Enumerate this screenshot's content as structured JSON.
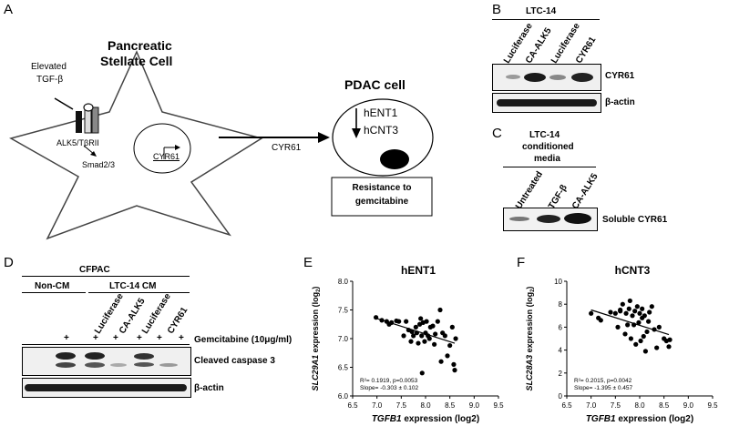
{
  "panels": {
    "A": "A",
    "B": "B",
    "C": "C",
    "D": "D",
    "E": "E",
    "F": "F"
  },
  "panel_a": {
    "stellate_title_1": "Pancreatic",
    "stellate_title_2": "Stellate Cell",
    "elevated": "Elevated",
    "tgfb": "TGF-β",
    "receptor": "ALK5/TβRII",
    "smad": "Smad2/3",
    "gene": "CYR61",
    "arrow_label": "CYR61",
    "pdac_title": "PDAC cell",
    "hent1": "hENT1",
    "hcnt3": "hCNT3",
    "resistance_1": "Resistance to",
    "resistance_2": "gemcitabine"
  },
  "panel_b": {
    "cell_line": "LTC-14",
    "lanes": [
      "Luciferase",
      "CA-ALK5",
      "Luciferase",
      "CYR61"
    ],
    "rows": [
      "CYR61",
      "β-actin"
    ]
  },
  "panel_c": {
    "title_1": "LTC-14",
    "title_2": "conditioned",
    "title_3": "media",
    "lanes": [
      "Untreated",
      "TGF-β",
      "CA-ALK5"
    ],
    "row": "Soluble CYR61"
  },
  "panel_d": {
    "cell_line": "CFPAC",
    "group_1": "Non-CM",
    "group_2": "LTC-14 CM",
    "lanes": [
      "Luciferase",
      "CA-ALK5",
      "Luciferase",
      "CYR61"
    ],
    "treatment": "Gemcitabine (10μg/ml)",
    "plus_marks": [
      "+",
      "+",
      "+",
      "+",
      "+",
      "+"
    ],
    "rows": [
      "Cleaved caspase 3",
      "β-actin"
    ]
  },
  "chart_data": [
    {
      "type": "scatter",
      "title": "hENT1",
      "xlabel_gene": "TGFB1",
      "xlabel_rest": " expression (log2)",
      "ylabel_gene": "SLC29A1",
      "ylabel_rest": " expression (log",
      "ylabel_sub": "2",
      "ylabel_end": ")",
      "xlim": [
        6.5,
        9.5
      ],
      "ylim": [
        6.0,
        8.0
      ],
      "xticks": [
        "6.5",
        "7.0",
        "7.5",
        "8.0",
        "8.5",
        "9.0",
        "9.5"
      ],
      "yticks": [
        "6.0",
        "6.5",
        "7.0",
        "7.5",
        "8.0"
      ],
      "stats_1": "R²= 0.1919, p=0.0053",
      "stats_2": "Slope= -0.303 ± 0.102",
      "fit": [
        [
          7.0,
          7.35
        ],
        [
          8.6,
          6.92
        ]
      ],
      "points": [
        [
          6.98,
          7.37
        ],
        [
          7.1,
          7.32
        ],
        [
          7.2,
          7.3
        ],
        [
          7.25,
          7.25
        ],
        [
          7.3,
          7.28
        ],
        [
          7.4,
          7.31
        ],
        [
          7.45,
          7.3
        ],
        [
          7.55,
          7.05
        ],
        [
          7.6,
          7.3
        ],
        [
          7.65,
          7.15
        ],
        [
          7.7,
          6.95
        ],
        [
          7.72,
          7.12
        ],
        [
          7.75,
          7.05
        ],
        [
          7.8,
          7.2
        ],
        [
          7.82,
          7.1
        ],
        [
          7.85,
          6.92
        ],
        [
          7.88,
          7.25
        ],
        [
          7.9,
          7.35
        ],
        [
          7.92,
          7.05
        ],
        [
          7.95,
          7.28
        ],
        [
          7.98,
          6.95
        ],
        [
          8.0,
          7.1
        ],
        [
          8.02,
          7.3
        ],
        [
          8.05,
          7.05
        ],
        [
          8.08,
          7.0
        ],
        [
          8.1,
          7.2
        ],
        [
          8.15,
          7.22
        ],
        [
          8.18,
          6.9
        ],
        [
          8.2,
          7.08
        ],
        [
          8.25,
          7.3
        ],
        [
          8.3,
          7.5
        ],
        [
          8.32,
          6.6
        ],
        [
          8.35,
          7.1
        ],
        [
          8.4,
          7.05
        ],
        [
          8.45,
          6.7
        ],
        [
          8.5,
          6.88
        ],
        [
          8.55,
          7.2
        ],
        [
          8.58,
          6.55
        ],
        [
          8.6,
          6.45
        ],
        [
          8.62,
          7.0
        ],
        [
          7.93,
          6.4
        ]
      ]
    },
    {
      "type": "scatter",
      "title": "hCNT3",
      "xlabel_gene": "TGFB1",
      "xlabel_rest": " expression (log2)",
      "ylabel_gene": "SLC28A3",
      "ylabel_rest": " expression (log",
      "ylabel_sub": "2",
      "ylabel_end": ")",
      "xlim": [
        6.5,
        9.5
      ],
      "ylim": [
        0,
        10
      ],
      "xticks": [
        "6.5",
        "7.0",
        "7.5",
        "8.0",
        "8.5",
        "9.0",
        "9.5"
      ],
      "yticks": [
        "0",
        "2",
        "4",
        "6",
        "8",
        "10"
      ],
      "stats_1": "R²= 0.2015, p=0.0042",
      "stats_2": "Slope= -1.395 ± 0.457",
      "fit": [
        [
          7.0,
          7.5
        ],
        [
          8.6,
          5.35
        ]
      ],
      "points": [
        [
          7.0,
          7.2
        ],
        [
          7.15,
          6.8
        ],
        [
          7.2,
          6.6
        ],
        [
          7.4,
          7.3
        ],
        [
          7.5,
          7.2
        ],
        [
          7.55,
          6.0
        ],
        [
          7.6,
          7.5
        ],
        [
          7.65,
          8.0
        ],
        [
          7.7,
          5.4
        ],
        [
          7.72,
          7.2
        ],
        [
          7.75,
          6.2
        ],
        [
          7.78,
          7.6
        ],
        [
          7.8,
          8.3
        ],
        [
          7.82,
          5.0
        ],
        [
          7.85,
          7.0
        ],
        [
          7.88,
          6.2
        ],
        [
          7.9,
          7.4
        ],
        [
          7.92,
          4.5
        ],
        [
          7.95,
          7.8
        ],
        [
          7.98,
          6.4
        ],
        [
          8.0,
          7.2
        ],
        [
          8.02,
          4.8
        ],
        [
          8.05,
          6.8
        ],
        [
          8.08,
          5.2
        ],
        [
          8.1,
          7.0
        ],
        [
          8.12,
          3.9
        ],
        [
          8.15,
          5.6
        ],
        [
          8.18,
          6.5
        ],
        [
          8.2,
          7.3
        ],
        [
          8.25,
          7.8
        ],
        [
          8.3,
          5.8
        ],
        [
          8.35,
          4.2
        ],
        [
          8.4,
          6.0
        ],
        [
          8.5,
          5.0
        ],
        [
          8.55,
          4.8
        ],
        [
          8.6,
          4.3
        ],
        [
          8.62,
          4.9
        ],
        [
          7.6,
          7.4
        ],
        [
          8.05,
          7.6
        ]
      ]
    }
  ]
}
